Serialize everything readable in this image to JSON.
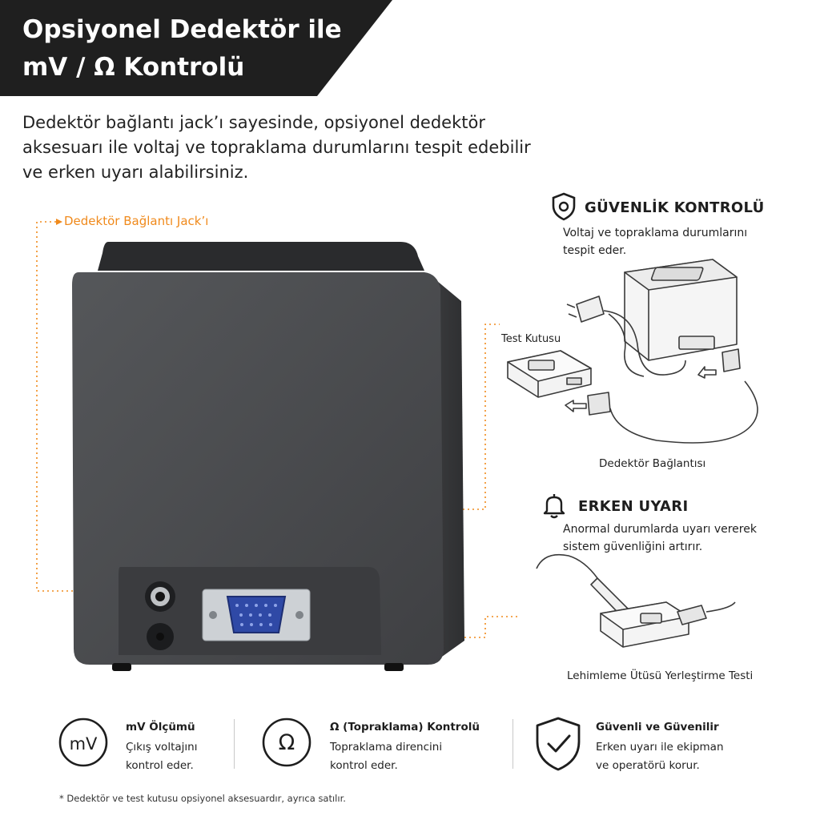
{
  "header": {
    "title_line1": "Opsiyonel Dedektör ile",
    "title_line2": "mV / Ω Kontrolü"
  },
  "intro": {
    "line1": "Dedektör bağlantı jack’ı sayesinde, opsiyonel dedektör",
    "line2": "aksesuarı ile voltaj ve topraklama durumlarını tespit edebilir",
    "line3": "ve erken uyarı alabilirsiniz."
  },
  "callout": {
    "jack_label": "Dedektör Bağlantı Jack’ı"
  },
  "safety": {
    "icon": "shield-icon",
    "title": "GÜVENLİK KONTROLÜ",
    "desc_line1": "Voltaj ve topraklama durumlarını",
    "desc_line2": "tespit eder.",
    "test_box_label": "Test Kutusu",
    "connection_label": "Dedektör Bağlantısı"
  },
  "early_warning": {
    "icon": "bell-icon",
    "title": "ERKEN UYARI",
    "desc_line1": "Anormal durumlarda uyarı vererek",
    "desc_line2": "sistem güvenliğini artırır.",
    "test_label": "Lehimleme Ütüsü Yerleştirme Testi"
  },
  "features": [
    {
      "icon": "mv-icon",
      "icon_text": "mV",
      "title": "mV Ölçümü",
      "desc_line1": "Çıkış voltajını",
      "desc_line2": "kontrol eder."
    },
    {
      "icon": "omega-icon",
      "icon_text": "Ω",
      "title": "Ω (Topraklama) Kontrolü",
      "desc_line1": "Topraklama direncini",
      "desc_line2": "kontrol eder."
    },
    {
      "icon": "shield-check-icon",
      "icon_text": "",
      "title": "Güvenli ve Güvenilir",
      "desc_line1": "Erken uyarı ile ekipman",
      "desc_line2": "ve operatörü korur."
    }
  ],
  "footnote": "* Dedektör ve test kutusu opsiyonel aksesuardır, ayrıca satılır.",
  "colors": {
    "accent": "#f08a1c",
    "banner": "#1f1f1f",
    "device_body": "#4a4b4d"
  }
}
